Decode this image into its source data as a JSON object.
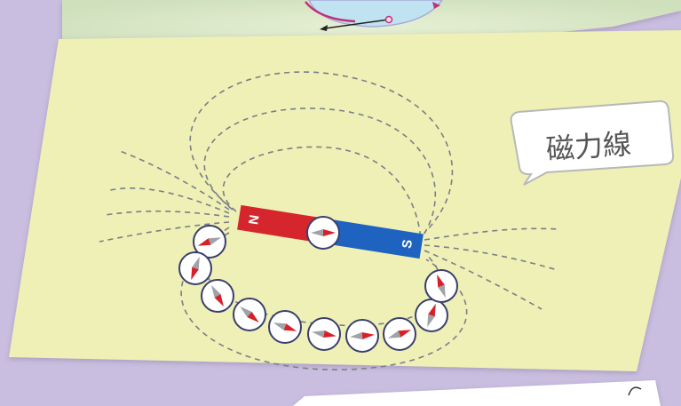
{
  "background_color": "#c9bedf",
  "top_card": {
    "color": "#d9e8c8"
  },
  "main_card": {
    "color": "#eef0b6",
    "field_line_color": "#7a7f86",
    "magnet": {
      "north_label": "N",
      "south_label": "S",
      "north_color": "#d6262d",
      "south_color": "#1f63c0"
    },
    "compass": {
      "needle_color": "#d8202a",
      "tail_color": "#9ea3a8"
    },
    "callout": {
      "text": "磁力線"
    }
  },
  "bottom_card": {
    "color": "#ffffff"
  }
}
